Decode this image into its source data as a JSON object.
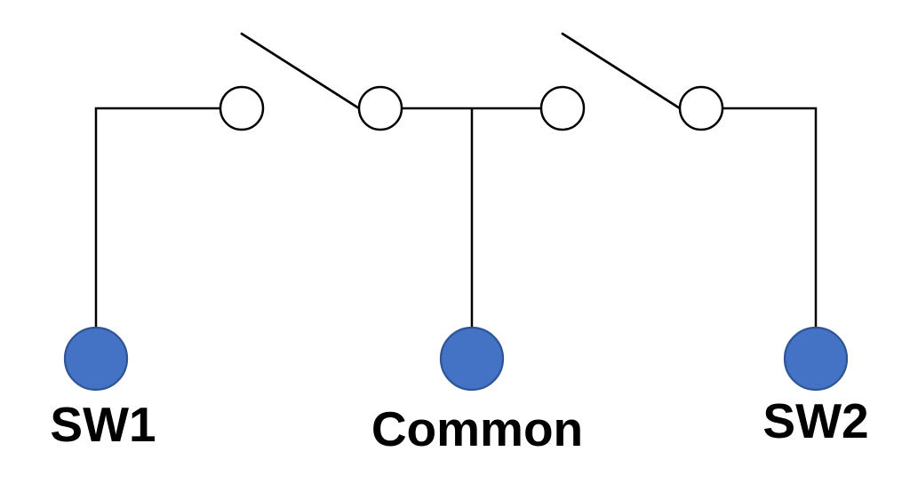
{
  "diagram": {
    "type": "switch-circuit",
    "switches": [
      {
        "name": "switch-1",
        "state": "open"
      },
      {
        "name": "switch-2",
        "state": "open"
      }
    ],
    "terminals": [
      {
        "id": "sw1",
        "label": "SW1"
      },
      {
        "id": "common",
        "label": "Common"
      },
      {
        "id": "sw2",
        "label": "SW2"
      }
    ]
  },
  "colors": {
    "terminal_fill": "#4472C4",
    "terminal_stroke": "#2F5597",
    "line": "#000000",
    "label_text": "#000000",
    "background": "#FFFFFF"
  }
}
